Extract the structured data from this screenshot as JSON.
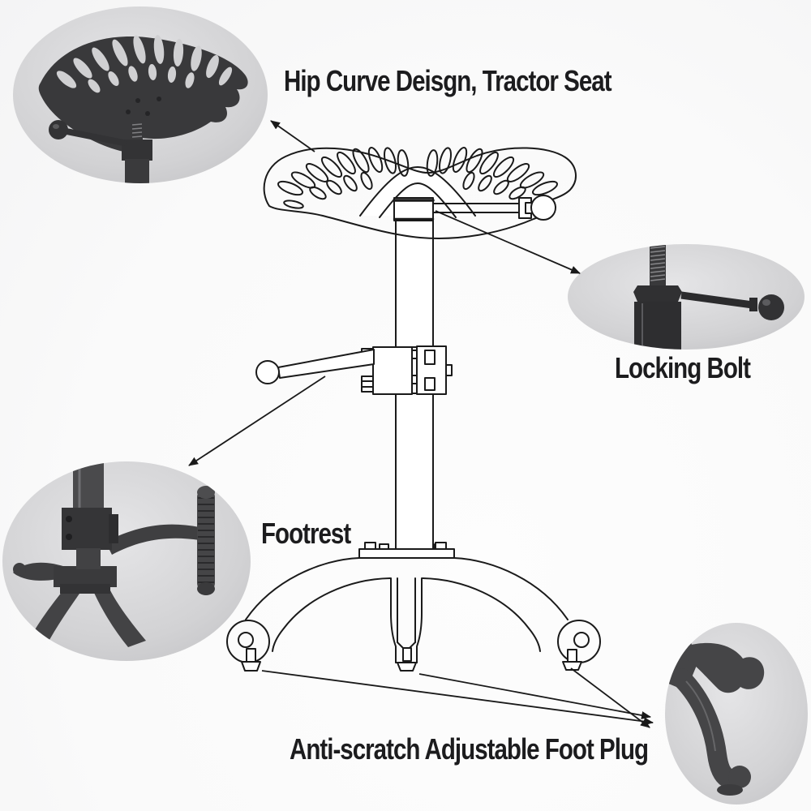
{
  "callouts": {
    "seat": {
      "label": "Hip Curve Deisgn, Tractor Seat",
      "photo": "tractor-seat-photo"
    },
    "locking_bolt": {
      "label": "Locking Bolt",
      "photo": "locking-bolt-photo"
    },
    "footrest": {
      "label": "Footrest",
      "photo": "base-footrest-photo"
    },
    "foot_plug": {
      "label": "Anti-scratch Adjustable Foot Plug",
      "photo": "foot-plug-photo"
    }
  },
  "colors": {
    "label_text": "#1c1c1e",
    "drawing_line": "#1a1a1a",
    "photo_backdrop": "#d2d2d4",
    "cast_iron": "#3e3e40"
  }
}
